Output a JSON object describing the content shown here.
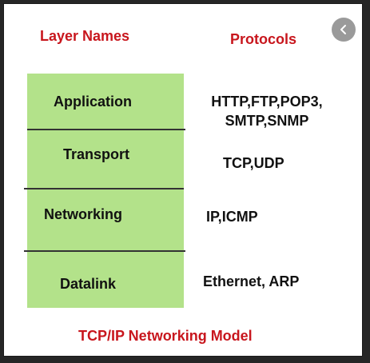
{
  "headings": {
    "layer_names": "Layer Names",
    "protocols": "Protocols"
  },
  "layers": [
    {
      "name": "Application",
      "protocols_line1": "HTTP,FTP,POP3,",
      "protocols_line2": "SMTP,SNMP"
    },
    {
      "name": "Transport",
      "protocols_line1": "TCP,UDP"
    },
    {
      "name": "Networking",
      "protocols_line1": "IP,ICMP"
    },
    {
      "name": "Datalink",
      "protocols_line1": "Ethernet, ARP"
    }
  ],
  "caption": "TCP/IP Networking Model",
  "colors": {
    "heading": "#c8161d",
    "layer_fill": "#b3e28a",
    "text": "#111111"
  },
  "icons": {
    "back": "chevron-left-icon"
  }
}
